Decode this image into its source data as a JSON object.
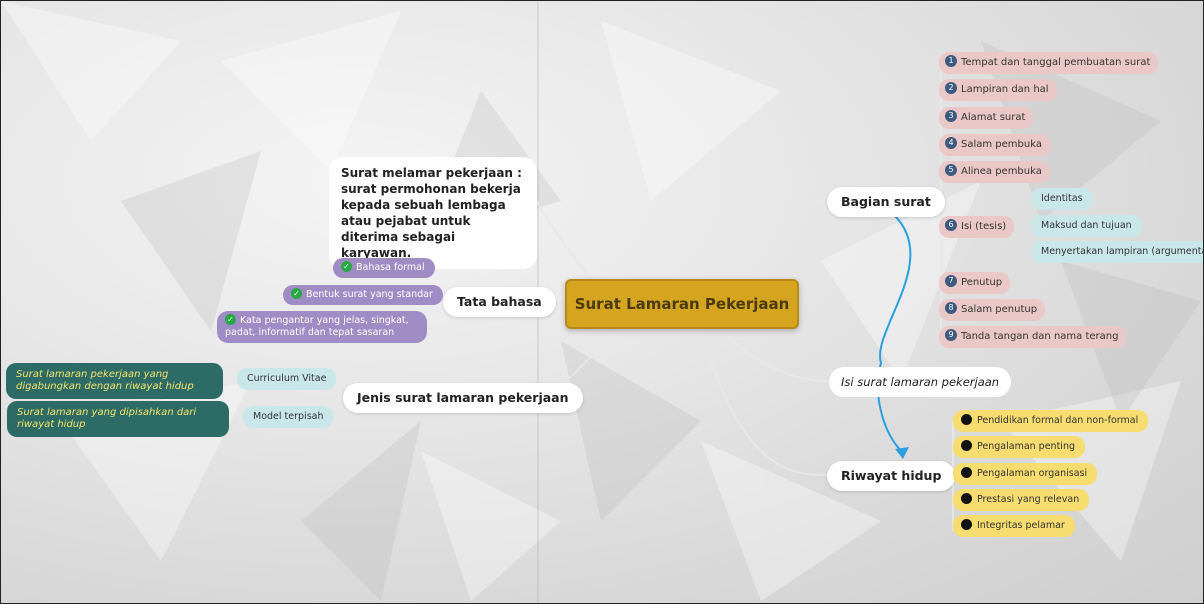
{
  "root": "Surat Lamaran Pekerjaan",
  "left": {
    "note": "Surat melamar pekerjaan : surat permohonan bekerja kepada sebuah lembaga atau pejabat untuk diterima sebagai karyawan.",
    "tata_bahasa": {
      "label": "Tata bahasa",
      "items": [
        "Bahasa formal",
        "Bentuk surat yang standar",
        "Kata pengantar yang jelas, singkat, padat, informatif dan tepat sasaran"
      ]
    },
    "jenis": {
      "label": "Jenis surat lamaran pekerjaan",
      "types": [
        {
          "name": "Curriculum Vitae",
          "desc": "Surat lamaran pekerjaan yang digabungkan dengan riwayat hidup"
        },
        {
          "name": "Model terpisah",
          "desc": "Surat lamaran yang dipisahkan dari riwayat hidup"
        }
      ]
    }
  },
  "right": {
    "bagian": {
      "label": "Bagian surat",
      "items": [
        {
          "n": "1",
          "label": "Tempat dan tanggal pembuatan surat"
        },
        {
          "n": "2",
          "label": "Lampiran dan hal"
        },
        {
          "n": "3",
          "label": "Alamat surat"
        },
        {
          "n": "4",
          "label": "Salam pembuka"
        },
        {
          "n": "5",
          "label": "Alinea pembuka"
        },
        {
          "n": "6",
          "label": "Isi (tesis)"
        },
        {
          "n": "7",
          "label": "Penutup"
        },
        {
          "n": "8",
          "label": "Salam penutup"
        },
        {
          "n": "9",
          "label": "Tanda tangan dan nama terang"
        }
      ],
      "isi_sub": [
        "Identitas",
        "Maksud dan tujuan",
        "Menyertakan lampiran (argumentasi)"
      ]
    },
    "isi_label": "Isi surat lamaran pekerjaan",
    "riwayat": {
      "label": "Riwayat hidup",
      "items": [
        "Pendidikan formal dan non-formal",
        "Pengalaman penting",
        "Pengalaman organisasi",
        "Prestasi yang relevan",
        "Integritas pelamar"
      ]
    }
  },
  "colors": {
    "root": "#d6a51f",
    "pink": "#ebc8c8",
    "cyan": "#c9e7e9",
    "yellow": "#f7dc6f",
    "purple": "#a08cc4",
    "teal": "#2d6b66",
    "arrow": "#2a9fe0"
  }
}
